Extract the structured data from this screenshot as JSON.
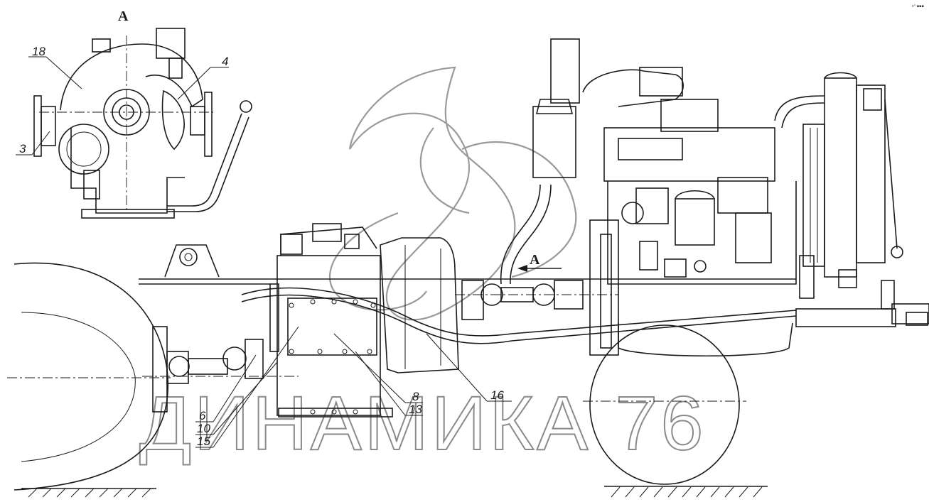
{
  "view_label": "A",
  "arrow_label": "A",
  "callouts": {
    "c18": "18",
    "c4": "4",
    "c3": "3",
    "c6": "6",
    "c10": "10",
    "c15": "15",
    "c8": "8",
    "c13": "13",
    "c16": "16"
  },
  "watermark": "ДИНАМИКА 76",
  "corner_mark": "s° ▪▪▪"
}
